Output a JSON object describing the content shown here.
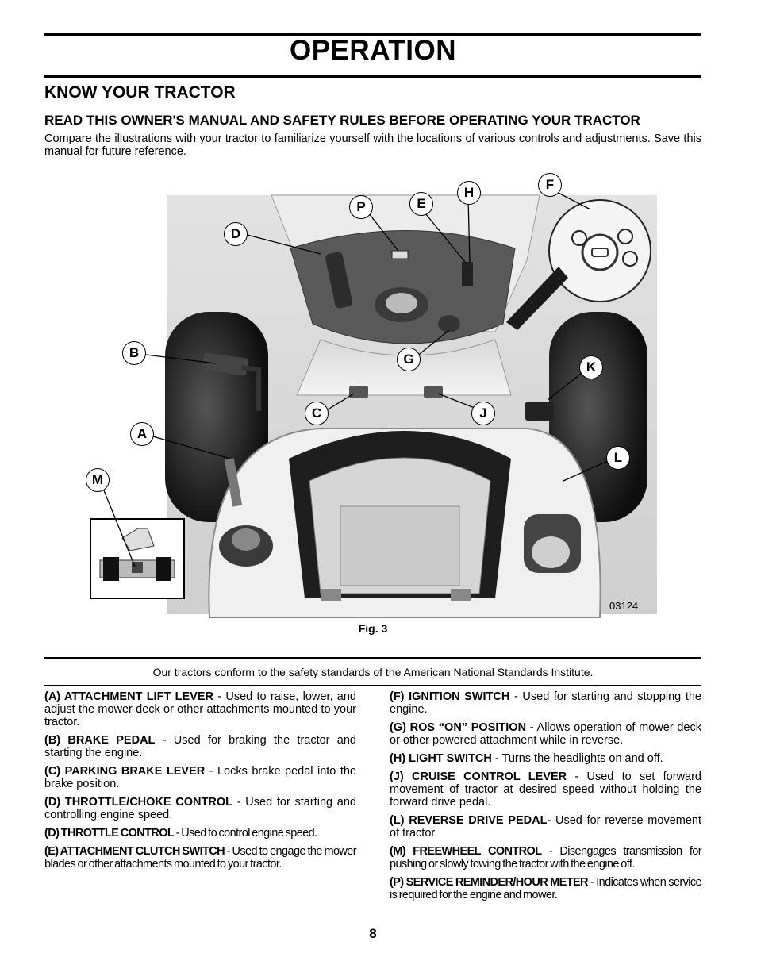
{
  "header": {
    "title": "OPERATION",
    "section_title": "KNOW YOUR TRACTOR",
    "subheading": "READ THIS OWNER'S MANUAL AND SAFETY RULES BEFORE OPERATING YOUR TRACTOR",
    "intro": "Compare the illustrations with your tractor to familiarize yourself with the locations of various controls and adjustments. Save this manual for future reference."
  },
  "figure": {
    "callouts": [
      "A",
      "B",
      "C",
      "D",
      "E",
      "F",
      "G",
      "H",
      "J",
      "K",
      "L",
      "M",
      "P"
    ],
    "image_code": "03124",
    "caption": "Fig. 3"
  },
  "conformance": "Our tractors conform to the safety standards of the American National Standards Institute.",
  "controls_left": [
    {
      "term": "(A) ATTACHMENT LIFT LEVER",
      "desc": " - Used to raise, lower, and adjust the mower deck or other attachments mounted to your tractor."
    },
    {
      "term": "(B) BRAKE PEDAL",
      "desc": " - Used for braking the tractor and starting the engine."
    },
    {
      "term": "(C) PARKING BRAKE LEVER",
      "desc": " - Locks brake pedal into the brake position."
    },
    {
      "term": "(D) THROTTLE/CHOKE CONTROL",
      "desc": " - Used for starting and controlling engine speed."
    },
    {
      "term": "(D) THROTTLE CONTROL",
      "desc": " - Used to control engine speed."
    },
    {
      "term": "(E) ATTACHMENT CLUTCH SWITCH",
      "desc": " - Used to engage the mower blades or other attachments mounted to your tractor."
    }
  ],
  "controls_right": [
    {
      "term": "(F) IGNITION SWITCH",
      "desc": " - Used for starting and stopping the engine."
    },
    {
      "term": "(G) ROS “ON” POSITION -",
      "desc": " Allows operation of mower deck or other powered attachment while in reverse."
    },
    {
      "term": "(H) LIGHT SWITCH",
      "desc": " - Turns the headlights on and off."
    },
    {
      "term": "(J) CRUISE CONTROL LEVER",
      "desc": " - Used to set forward movement of tractor at desired speed without holding the forward drive pedal."
    },
    {
      "term": "(L) REVERSE DRIVE PEDAL",
      "desc": "- Used for reverse movement of tractor."
    },
    {
      "term": "(M) FREEWHEEL CONTROL",
      "desc": " - Disengages transmission for pushing or slowly towing the tractor with the engine off."
    },
    {
      "term": "(P) SERVICE REMINDER/HOUR METER",
      "desc": " - Indicates when service is required for the engine and mower."
    }
  ],
  "page_number": "8",
  "colors": {
    "ink": "#000000",
    "figure_background": "#e6e6e6",
    "tire": "#1a1a1a"
  }
}
